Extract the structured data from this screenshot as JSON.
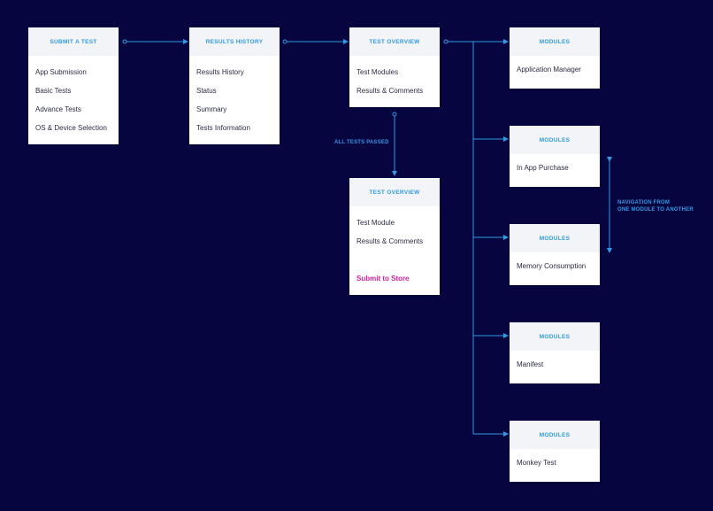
{
  "colors": {
    "background": "#06053f",
    "accent": "#2e9be6",
    "highlight": "#d8219b"
  },
  "submit_card": {
    "title": "SUBMIT A TEST",
    "items": [
      "App Submission",
      "Basic Tests",
      "Advance Tests",
      "OS & Device Selection"
    ]
  },
  "history_card": {
    "title": "RESULTS HISTORY",
    "items": [
      "Results History",
      "Status",
      "Summary",
      "Tests Information"
    ]
  },
  "overview_card": {
    "title": "TEST OVERVIEW",
    "items": [
      "Test Modules",
      "Results & Comments"
    ]
  },
  "overview_passed_card": {
    "title": "TEST OVERVIEW",
    "items": [
      "Test Module",
      "Results & Comments"
    ],
    "action": "Submit to Store"
  },
  "passed_label": "ALL TESTS PASSED",
  "navigation_label": {
    "line1": "NAVIGATION FROM",
    "line2": "ONE MODULE TO ANOTHER"
  },
  "modules": [
    {
      "title": "MODULES",
      "item": "Application Manager"
    },
    {
      "title": "MODULES",
      "item": "In App Purchase"
    },
    {
      "title": "MODULES",
      "item": "Memory Consumption"
    },
    {
      "title": "MODULES",
      "item": "Manifest"
    },
    {
      "title": "MODULES",
      "item": "Monkey Test"
    }
  ]
}
